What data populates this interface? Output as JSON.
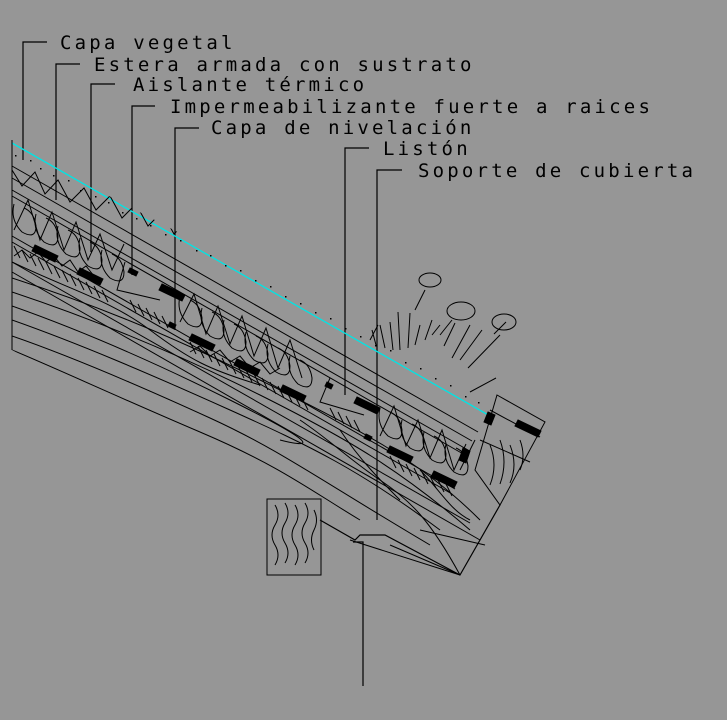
{
  "drawing": {
    "title": "Green roof construction section",
    "background_color": "#969696",
    "line_color": "#000000",
    "surface_line_color": "#00e5e5"
  },
  "labels": [
    {
      "text": "Capa vegetal"
    },
    {
      "text": "Estera armada con sustrato"
    },
    {
      "text": "Aislante térmico"
    },
    {
      "text": "Impermeabilizante fuerte a raices"
    },
    {
      "text": "Capa de nivelación"
    },
    {
      "text": "Listón"
    },
    {
      "text": "Soporte de cubierta"
    }
  ]
}
